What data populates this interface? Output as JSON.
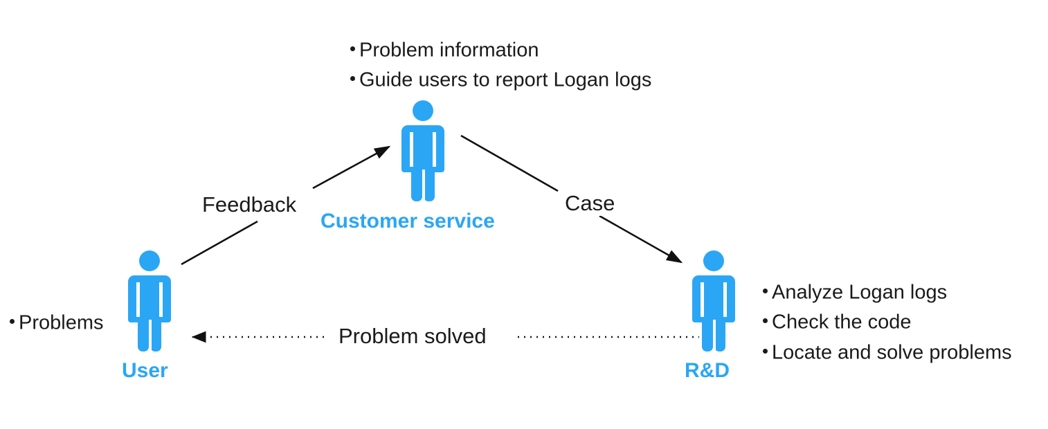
{
  "theme": {
    "figure_color": "#2BA6F5",
    "text_color": "#1a1a1a",
    "background": "#ffffff"
  },
  "nodes": {
    "customer_service": {
      "label": "Customer service",
      "icon": "person-icon",
      "bullets": [
        "Problem information",
        "Guide users to report Logan logs"
      ]
    },
    "user": {
      "label": "User",
      "icon": "person-icon",
      "bullets": [
        "Problems"
      ]
    },
    "rnd": {
      "label": "R&D",
      "icon": "person-icon",
      "bullets": [
        "Analyze Logan logs",
        "Check the code",
        "Locate and solve problems"
      ]
    }
  },
  "edges": [
    {
      "id": "feedback",
      "label": "Feedback",
      "from": "user",
      "to": "customer_service",
      "style": "solid",
      "arrow": "end"
    },
    {
      "id": "case",
      "label": "Case",
      "from": "customer_service",
      "to": "rnd",
      "style": "solid",
      "arrow": "end"
    },
    {
      "id": "problem-solved",
      "label": "Problem solved",
      "from": "rnd",
      "to": "user",
      "style": "dotted",
      "arrow": "end"
    }
  ]
}
